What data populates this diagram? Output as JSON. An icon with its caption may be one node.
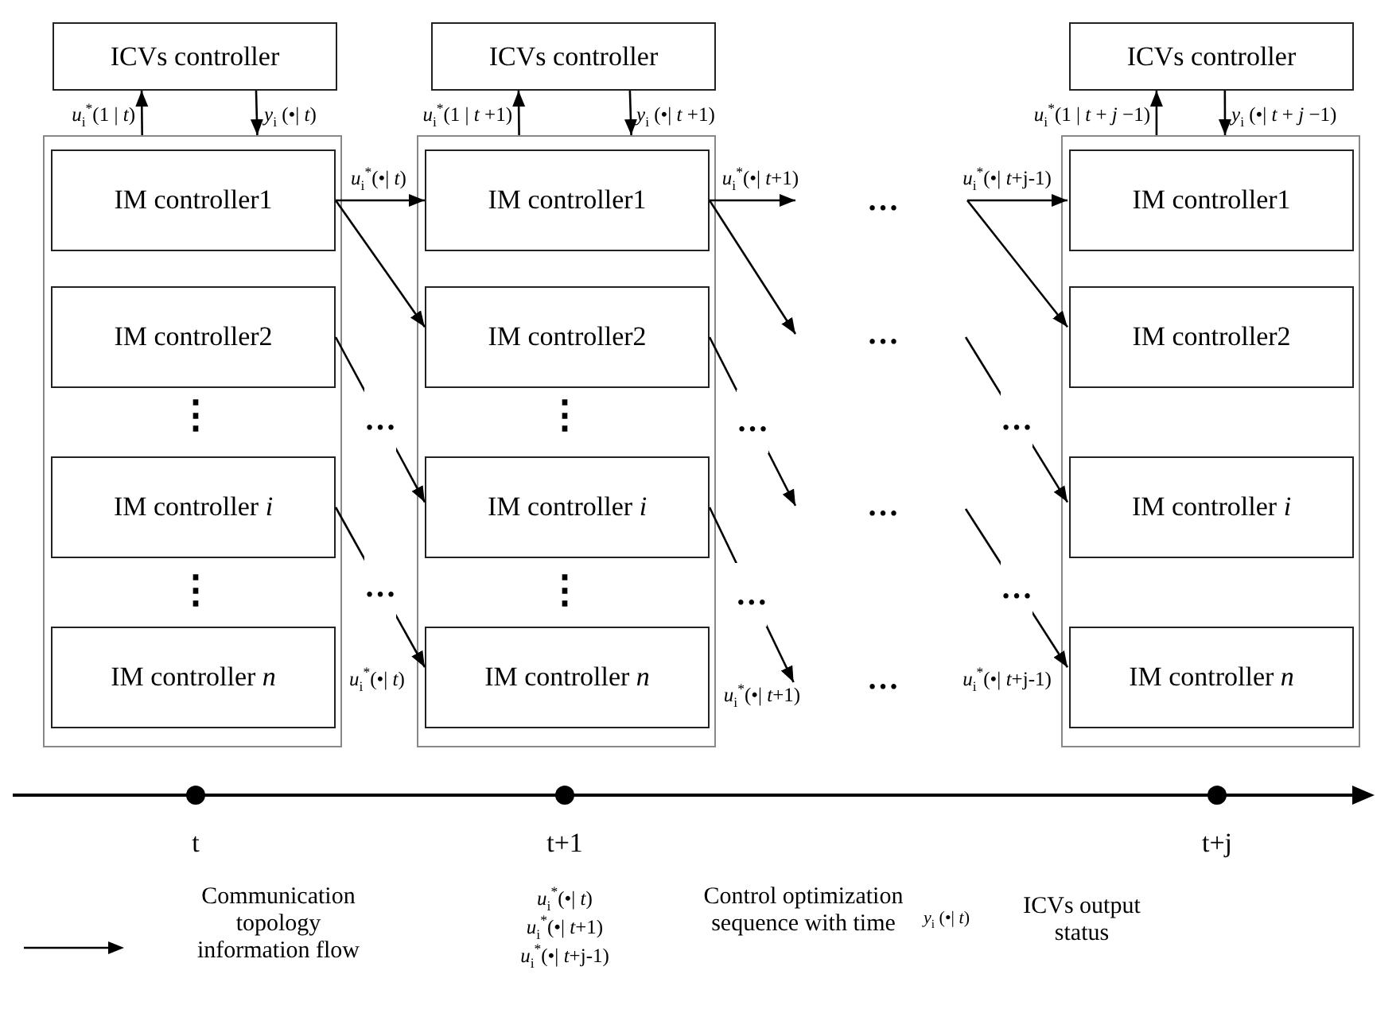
{
  "diagram": {
    "nodes": [
      {
        "text": [
          "ICVs controller"
        ]
      },
      {
        "text": [],
        "shape": "box"
      },
      {
        "text": [
          "IM controller1"
        ],
        "in": 1
      },
      {
        "text": [
          "IM controller2"
        ],
        "in": 1
      },
      {
        "text": [
          "IM controller *i*"
        ],
        "in": 1
      },
      {
        "text": [
          "IM controller *n*"
        ],
        "in": 1
      },
      {
        "text": [
          "ICVs controller"
        ]
      },
      {
        "text": [],
        "shape": "box"
      },
      {
        "text": [
          "IM controller1"
        ],
        "in": 7
      },
      {
        "text": [
          "IM controller2"
        ],
        "in": 7
      },
      {
        "text": [
          "IM controller *i*"
        ],
        "in": 7
      },
      {
        "text": [
          "IM controller *n*"
        ],
        "in": 7
      },
      {
        "text": [
          "ICVs controller"
        ]
      },
      {
        "text": [],
        "shape": "box"
      },
      {
        "text": [
          "IM controller1"
        ],
        "in": 13
      },
      {
        "text": [
          "IM controller2"
        ],
        "in": 13
      },
      {
        "text": [
          "IM controller *i*"
        ],
        "in": 13
      },
      {
        "text": [
          "IM controller *n*"
        ],
        "in": 13
      },
      {
        "text": [
          "*u*$_{i}$$^{*}$(•| *t*+1)"
        ]
      }
    ],
    "edges": [
      {
        "from": 1,
        "to": 0,
        "arrow": "to",
        "label": "*u*$_{i}$$^{*}$(1 | *t*)"
      },
      {
        "from": 0,
        "to": 1,
        "arrow": "to",
        "label": "*y*$_{i}$ (•| *t*)"
      },
      {
        "from": 7,
        "to": 6,
        "arrow": "to",
        "label": "*u*$_{i}$$^{*}$(1 | *t* +1)"
      },
      {
        "from": 6,
        "to": 7,
        "arrow": "to",
        "label": "*y*$_{i}$ (•| *t* +1)"
      },
      {
        "from": 13,
        "to": 12,
        "arrow": "to",
        "label": "*u*$_{i}$$^{*}$(1 | *t* + *j* −1)"
      },
      {
        "from": 12,
        "to": 13,
        "arrow": "to",
        "label": "*y*$_{i}$ (•| *t* + *j* −1)"
      },
      {
        "from": 2,
        "to": 8,
        "arrow": "to",
        "label": "*u*$_{i}$$^{*}$(•| *t*)"
      },
      {
        "from": 2,
        "to": 9,
        "arrow": "to"
      },
      {
        "from": 3,
        "to": 10,
        "arrow": "to",
        "label": "…"
      },
      {
        "from": 4,
        "to": 11,
        "arrow": "to",
        "label": "…"
      },
      {
        "from": 8,
        "to": null,
        "arrow": "to",
        "label": "*u*$_{i}$$^{*}$(•| *t*+1)"
      },
      {
        "from": 8,
        "to": null,
        "arrow": "to"
      },
      {
        "from": 9,
        "to": null,
        "arrow": "to",
        "label": "…"
      },
      {
        "from": 10,
        "to": 18,
        "arrow": "to",
        "label": "…"
      },
      {
        "from": null,
        "to": 14,
        "arrow": "to",
        "label": "*u*$_{i}$$^{*}$(•| *t*+j-1)"
      },
      {
        "from": null,
        "to": 15,
        "arrow": "to"
      },
      {
        "from": null,
        "to": 16,
        "arrow": "to",
        "label": "…"
      },
      {
        "from": null,
        "to": 17,
        "arrow": "to",
        "label": "…"
      }
    ],
    "labels": [
      "…",
      "…",
      "⋮",
      "⋮",
      "…",
      "⋮",
      "⋮",
      "*u*$_{i}$$^{*}$(•| *t*)",
      "…",
      "*u*$_{i}$$^{*}$(•| *t*+j-1)",
      "t",
      "t+1",
      "t+j",
      "*u*$_{i}$$^{*}$(•| *t*)",
      "*u*$_{i}$$^{*}$(•| *t*+1)",
      "*u*$_{i}$$^{*}$(•| *t*+j-1)",
      "*y*$_{i}$ (•| *t*)"
    ],
    "legend": [
      {
        "text": "Communication topology information flow"
      },
      {
        "text": "Control optimization sequence with time"
      },
      {
        "text": "ICVs output status"
      }
    ]
  }
}
